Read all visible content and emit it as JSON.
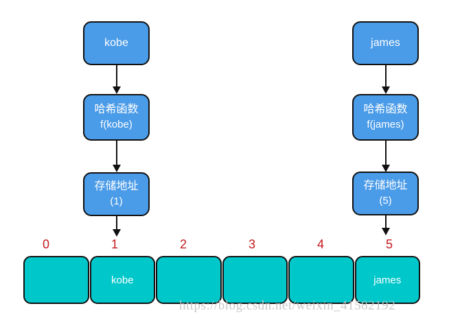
{
  "colors": {
    "box-blue": "#4a9be8",
    "cell-teal": "#00c7ca",
    "index-red": "#c4171c",
    "watermark-gray": "#c3c3c3",
    "line-black": "#111111"
  },
  "diagram": {
    "flows": [
      {
        "id": "kobe",
        "input": {
          "line1": "kobe",
          "line2": ""
        },
        "hash": {
          "line1": "哈希函数",
          "line2": "f(kobe)"
        },
        "address": {
          "line1": "存储地址",
          "line2": "(1)"
        }
      },
      {
        "id": "james",
        "input": {
          "line1": "james",
          "line2": ""
        },
        "hash": {
          "line1": "哈希函数",
          "line2": "f(james)"
        },
        "address": {
          "line1": "存储地址",
          "line2": "(5)"
        }
      }
    ],
    "array": {
      "indices": [
        "0",
        "1",
        "2",
        "3",
        "4",
        "5"
      ],
      "cells": [
        "",
        "kobe",
        "",
        "",
        "",
        "james"
      ]
    },
    "watermark": "https://blog.csdn.net/weixin_41582192"
  }
}
